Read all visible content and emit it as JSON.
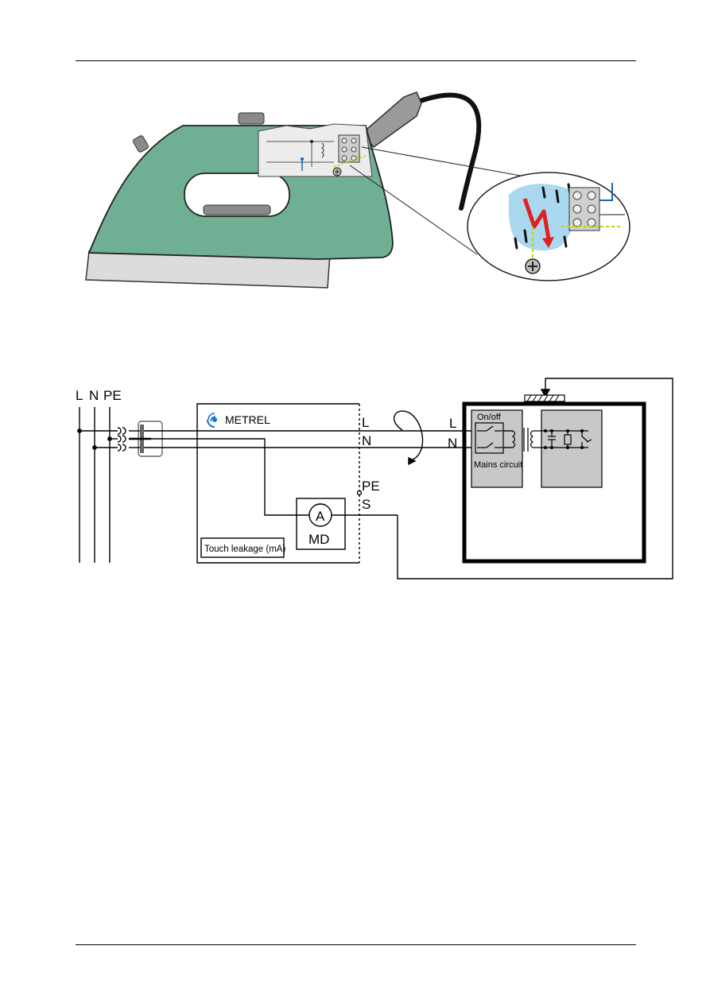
{
  "diagram": {
    "supply_labels": {
      "l": "L",
      "n": "N",
      "pe": "PE"
    },
    "instrument": {
      "brand": "METREL",
      "terminal_l": "L",
      "terminal_n": "N",
      "terminal_pe": "PE",
      "terminal_s": "S",
      "ammeter_symbol": "A",
      "measuring_device": "MD",
      "function_label": "Touch leakage (mA)"
    },
    "appliance": {
      "input_l": "L",
      "input_n": "N",
      "switch_label": "On/off",
      "circuit_label": "Mains circuit"
    }
  },
  "colors": {
    "iron_body": "#6faf93",
    "iron_sole": "#dcdcdc",
    "fault_red": "#e02020",
    "water_blue": "#a9d8f0",
    "earth_green": "#c8d200",
    "panel_grey": "#c8c8c8"
  }
}
